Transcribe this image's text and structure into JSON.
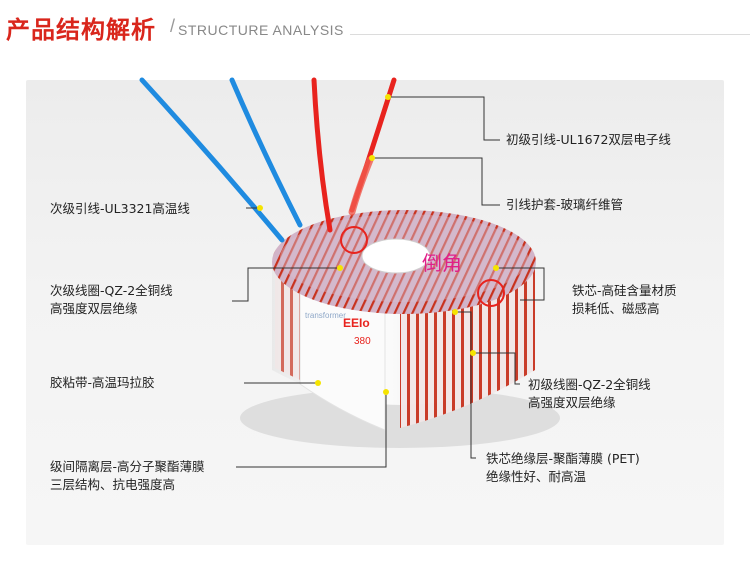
{
  "header": {
    "title_cn": "产品结构解析",
    "title_sep": "/",
    "title_en": "STRUCTURE ANALYSIS"
  },
  "product_label": {
    "brand": "EEIo",
    "model": "380",
    "type": "transformer"
  },
  "annotation": {
    "chamfer": "倒角"
  },
  "callouts": {
    "primary_lead": "初级引线-UL1672双层电子线",
    "lead_sleeve": "引线护套-玻璃纤维管",
    "secondary_lead": "次级引线-UL3321高温线",
    "secondary_coil_1": "次级线圈-QZ-2全铜线",
    "secondary_coil_2": "高强度双层绝缘",
    "core_1": "铁芯-高硅含量材质",
    "core_2": "损耗低、磁感高",
    "tape": "胶粘带-高温玛拉胶",
    "primary_coil_1": "初级线圈-QZ-2全铜线",
    "primary_coil_2": "高强度双层绝缘",
    "interlayer_1": "级间隔离层-高分子聚酯薄膜",
    "interlayer_2": "三层结构、抗电强度高",
    "core_insulation_1": "铁芯绝缘层-聚酯薄膜 (PET)",
    "core_insulation_2": "绝缘性好、耐高温"
  },
  "colors": {
    "title_red": "#d9261c",
    "wire_blue": "#1f8be0",
    "wire_red": "#e8231e",
    "coil_copper": "#c8321e",
    "tape_white": "#f7f7f7",
    "marker_yellow": "#f5e400",
    "annotation_magenta": "#e0208a"
  }
}
